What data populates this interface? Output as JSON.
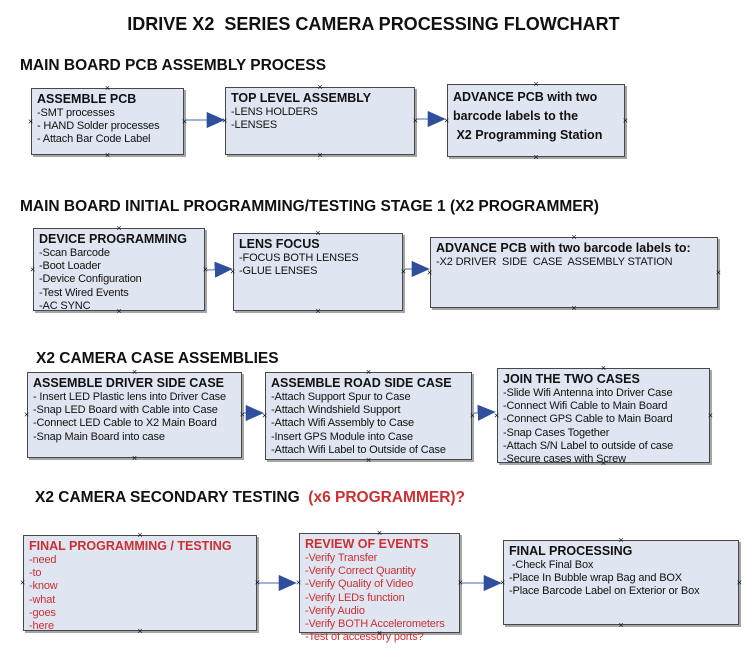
{
  "title": "IDRIVE X2  SERIES CAMERA PROCESSING FLOWCHART",
  "colors": {
    "fill": "#dfe5f1",
    "red": "#cc3032",
    "border": "#474747",
    "arrow_line": "#93aacf",
    "arrow_head": "#2f4f9d"
  },
  "sections": [
    {
      "heading": "MAIN BOARD PCB ASSEMBLY PROCESS",
      "boxes": [
        {
          "title": "ASSEMBLE PCB",
          "lines": [
            "-SMT processes",
            "- HAND Solder processes",
            "- Attach Bar Code Label"
          ]
        },
        {
          "title": "TOP LEVEL ASSEMBLY",
          "lines": [
            "-LENS HOLDERS",
            "-LENSES"
          ]
        },
        {
          "title": "ADVANCE PCB with two",
          "lines": [
            "barcode labels to the",
            " X2 Programming Station"
          ]
        }
      ]
    },
    {
      "heading": "MAIN BOARD INITIAL PROGRAMMING/TESTING STAGE 1 (X2 PROGRAMMER)",
      "boxes": [
        {
          "title": "DEVICE PROGRAMMING",
          "lines": [
            "-Scan Barcode",
            "-Boot Loader",
            "-Device Configuration",
            "-Test Wired Events",
            "-AC SYNC"
          ]
        },
        {
          "title": "LENS FOCUS",
          "lines": [
            "-FOCUS BOTH LENSES",
            "-GLUE LENSES"
          ]
        },
        {
          "title": "ADVANCE PCB with two barcode labels to:",
          "lines": [
            "-X2 DRIVER  SIDE  CASE  ASSEMBLY STATION"
          ]
        }
      ]
    },
    {
      "heading": "X2 CAMERA CASE ASSEMBLIES",
      "boxes": [
        {
          "title": "ASSEMBLE DRIVER SIDE CASE",
          "lines": [
            "- Insert LED Plastic lens into Driver Case",
            "-Snap LED Board with Cable into Case",
            "-Connect LED Cable to X2 Main Board",
            "-Snap Main Board into case"
          ]
        },
        {
          "title": "ASSEMBLE ROAD SIDE CASE",
          "lines": [
            "-Attach Support Spur to Case",
            "-Attach Windshield Support",
            "-Attach Wifi Assembly to Case",
            "-Insert GPS Module into Case",
            "-Attach Wifi Label to Outside of Case"
          ]
        },
        {
          "title": "JOIN THE TWO CASES",
          "lines": [
            "-Slide Wifi Antenna into Driver Case",
            "-Connect Wifi Cable to Main Board",
            "-Connect GPS Cable to Main Board",
            "-Snap Cases Together",
            "-Attach S/N Label to outside of case",
            "-Secure cases with Screw"
          ]
        }
      ]
    },
    {
      "heading": "X2 CAMERA SECONDARY TESTING  ",
      "heading_red": "(x6 PROGRAMMER)?",
      "boxes": [
        {
          "title": "FINAL PROGRAMMING / TESTING",
          "lines": [
            "-need",
            "-to",
            "-know",
            "-what",
            "-goes",
            "-here"
          ]
        },
        {
          "title": "REVIEW OF EVENTS",
          "lines": [
            "-Verify Transfer",
            "-Verify Correct Quantity",
            "-Verify Quality of Video",
            "-Verify LEDs function",
            "-Verify Audio",
            "-Verify BOTH Accelerometers",
            "-Test of accessory ports?"
          ]
        },
        {
          "title": "FINAL PROCESSING",
          "lines": [
            " -Check Final Box",
            "-Place In Bubble wrap Bag and BOX",
            "-Place Barcode Label on Exterior or Box"
          ]
        }
      ]
    }
  ]
}
